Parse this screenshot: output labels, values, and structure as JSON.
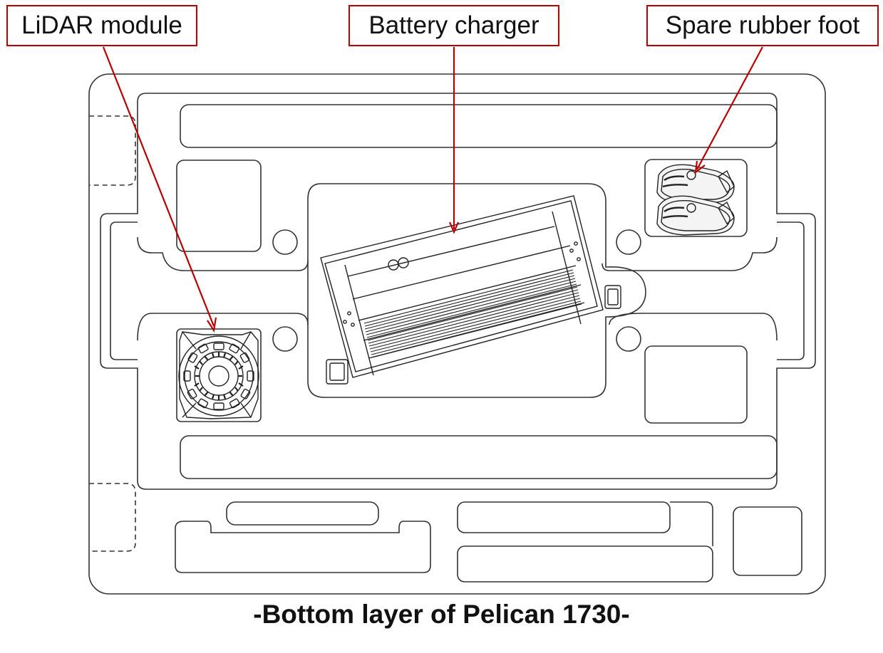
{
  "labels": {
    "lidar": "LiDAR module",
    "charger": "Battery charger",
    "foot": "Spare rubber foot"
  },
  "caption": "-Bottom layer of Pelican 1730-",
  "colors": {
    "outline": "#333333",
    "callout": "#b80000",
    "background": "#ffffff"
  }
}
